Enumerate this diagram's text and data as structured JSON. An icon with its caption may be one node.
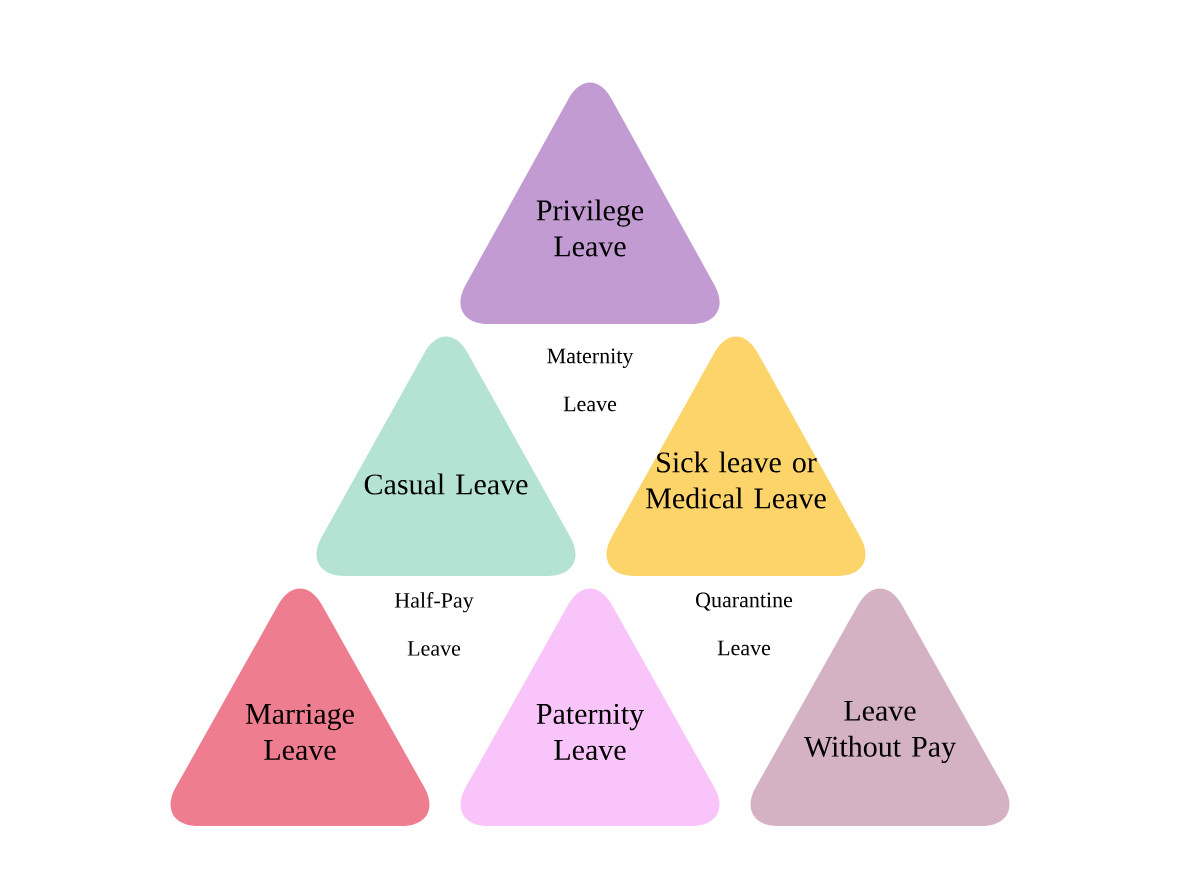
{
  "diagram": {
    "nodes": [
      {
        "text": [
          "Privilege Leave"
        ]
      },
      {
        "text": [
          "Casual Leave"
        ]
      },
      {
        "text": [
          "Sick leave or Medical Leave"
        ]
      },
      {
        "text": [
          "Marriage Leave"
        ]
      },
      {
        "text": [
          "Paternity Leave"
        ]
      },
      {
        "text": [
          "Leave Without Pay"
        ]
      }
    ],
    "labels": [
      "Maternity Leave",
      "Half-Pay Leave",
      "Quarantine Leave"
    ]
  }
}
